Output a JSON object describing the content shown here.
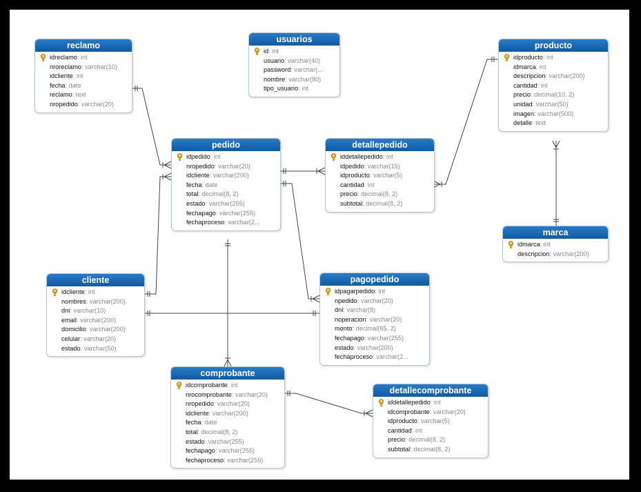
{
  "diagram": {
    "tables": [
      {
        "id": "reclamo",
        "name": "reclamo",
        "fields": [
          {
            "name": "idreclamo",
            "type": ": int",
            "pk": true
          },
          {
            "name": "nroreclamo",
            "type": ": varchar(10)",
            "pk": false
          },
          {
            "name": "idcliente",
            "type": ": int",
            "pk": false
          },
          {
            "name": "fecha",
            "type": ": date",
            "pk": false
          },
          {
            "name": "reclamo",
            "type": ": text",
            "pk": false
          },
          {
            "name": "nropedido",
            "type": ": varchar(20)",
            "pk": false
          }
        ]
      },
      {
        "id": "usuarios",
        "name": "usuarios",
        "fields": [
          {
            "name": "id",
            "type": ": int",
            "pk": true
          },
          {
            "name": "usuario",
            "type": ": varchar(40)",
            "pk": false
          },
          {
            "name": "password",
            "type": ": varchar(...",
            "pk": false
          },
          {
            "name": "nombre",
            "type": ": varchar(80)",
            "pk": false
          },
          {
            "name": "tipo_usuario",
            "type": ": int",
            "pk": false
          }
        ]
      },
      {
        "id": "producto",
        "name": "producto",
        "fields": [
          {
            "name": "idproducto",
            "type": ": int",
            "pk": true
          },
          {
            "name": "idmarca",
            "type": ": int",
            "pk": false
          },
          {
            "name": "descripcion",
            "type": ": varchar(200)",
            "pk": false
          },
          {
            "name": "cantidad",
            "type": ": int",
            "pk": false
          },
          {
            "name": "precio",
            "type": ": decimal(10, 2)",
            "pk": false
          },
          {
            "name": "unidad",
            "type": ": varchar(50)",
            "pk": false
          },
          {
            "name": "imagen",
            "type": ": varchar(500)",
            "pk": false
          },
          {
            "name": "detalle",
            "type": ": text",
            "pk": false
          }
        ]
      },
      {
        "id": "pedido",
        "name": "pedido",
        "fields": [
          {
            "name": "idpedido",
            "type": ": int",
            "pk": true
          },
          {
            "name": "nropedido",
            "type": ": varchar(20)",
            "pk": false
          },
          {
            "name": "idcliente",
            "type": ": varchar(200)",
            "pk": false
          },
          {
            "name": "fecha",
            "type": ": date",
            "pk": false
          },
          {
            "name": "total",
            "type": ": decimal(8, 2)",
            "pk": false
          },
          {
            "name": "estado",
            "type": ": varchar(255)",
            "pk": false
          },
          {
            "name": "fechapago",
            "type": ": varchar(255)",
            "pk": false
          },
          {
            "name": "fechaproceso",
            "type": ": varchar(2...",
            "pk": false
          }
        ]
      },
      {
        "id": "detallepedido",
        "name": "detallepedido",
        "fields": [
          {
            "name": "iddetallepedido",
            "type": ": int",
            "pk": true
          },
          {
            "name": "idpedido",
            "type": ": varchar(15)",
            "pk": false
          },
          {
            "name": "idproducto",
            "type": ": varchar(5)",
            "pk": false
          },
          {
            "name": "cantidad",
            "type": ": int",
            "pk": false
          },
          {
            "name": "precio",
            "type": ": decimal(8, 2)",
            "pk": false
          },
          {
            "name": "subtotal",
            "type": ": decimal(8, 2)",
            "pk": false
          }
        ]
      },
      {
        "id": "marca",
        "name": "marca",
        "fields": [
          {
            "name": "idmarca",
            "type": ": int",
            "pk": true
          },
          {
            "name": "descripcion",
            "type": ": varchar(200)",
            "pk": false
          }
        ]
      },
      {
        "id": "cliente",
        "name": "cliente",
        "fields": [
          {
            "name": "idcliente",
            "type": ": int",
            "pk": true
          },
          {
            "name": "nombres",
            "type": ": varchar(200)",
            "pk": false
          },
          {
            "name": "dni",
            "type": ": varchar(10)",
            "pk": false
          },
          {
            "name": "email",
            "type": ": varchar(200)",
            "pk": false
          },
          {
            "name": "domicilio",
            "type": ": varchar(200)",
            "pk": false
          },
          {
            "name": "celular",
            "type": ": varchar(20)",
            "pk": false
          },
          {
            "name": "estado",
            "type": ": varchar(50)",
            "pk": false
          }
        ]
      },
      {
        "id": "pagopedido",
        "name": "pagopedido",
        "fields": [
          {
            "name": "idpagarpedido",
            "type": ": int",
            "pk": true
          },
          {
            "name": "npedido",
            "type": ": varchar(20)",
            "pk": false
          },
          {
            "name": "dni",
            "type": ": varchar(8)",
            "pk": false
          },
          {
            "name": "noperacion",
            "type": ": varchar(20)",
            "pk": false
          },
          {
            "name": "monto",
            "type": ": decimal(65, 2)",
            "pk": false
          },
          {
            "name": "fechapago",
            "type": ": varchar(255)",
            "pk": false
          },
          {
            "name": "estado",
            "type": ": varchar(200)",
            "pk": false
          },
          {
            "name": "fechaproceso",
            "type": ": varchar(2...",
            "pk": false
          }
        ]
      },
      {
        "id": "comprobante",
        "name": "comprobante",
        "fields": [
          {
            "name": "idcomprobante",
            "type": ": int",
            "pk": true
          },
          {
            "name": "nrocomprobante",
            "type": ": varchar(20)",
            "pk": false
          },
          {
            "name": "nropedido",
            "type": ": varchar(20)",
            "pk": false
          },
          {
            "name": "idcliente",
            "type": ": varchar(200)",
            "pk": false
          },
          {
            "name": "fecha",
            "type": ": date",
            "pk": false
          },
          {
            "name": "total",
            "type": ": decimal(8, 2)",
            "pk": false
          },
          {
            "name": "estado",
            "type": ": varchar(255)",
            "pk": false
          },
          {
            "name": "fechapago",
            "type": ": varchar(255)",
            "pk": false
          },
          {
            "name": "fechaproceso",
            "type": ": varchar(255)",
            "pk": false
          }
        ]
      },
      {
        "id": "detallecomprobante",
        "name": "detallecomprobante",
        "fields": [
          {
            "name": "iddetallepedido",
            "type": ": int",
            "pk": true
          },
          {
            "name": "idcomprobante",
            "type": ": varchar(20)",
            "pk": false
          },
          {
            "name": "idproducto",
            "type": ": varchar(5)",
            "pk": false
          },
          {
            "name": "cantidad",
            "type": ": int",
            "pk": false
          },
          {
            "name": "precio",
            "type": ": decimal(8, 2)",
            "pk": false
          },
          {
            "name": "subtotal",
            "type": ": decimal(8, 2)",
            "pk": false
          }
        ]
      }
    ],
    "relationships": [
      {
        "from": "reclamo",
        "to": "pedido",
        "cardinality": "one-to-many"
      },
      {
        "from": "pedido",
        "to": "detallepedido",
        "cardinality": "one-to-many"
      },
      {
        "from": "detallepedido",
        "to": "producto",
        "cardinality": "many-to-one"
      },
      {
        "from": "producto",
        "to": "marca",
        "cardinality": "many-to-one"
      },
      {
        "from": "cliente",
        "to": "pedido",
        "cardinality": "one-to-many"
      },
      {
        "from": "pedido",
        "to": "pagopedido",
        "cardinality": "one-to-many"
      },
      {
        "from": "cliente",
        "to": "pagopedido",
        "cardinality": "one-to-one"
      },
      {
        "from": "pedido",
        "to": "comprobante",
        "cardinality": "one-to-many"
      },
      {
        "from": "comprobante",
        "to": "detallecomprobante",
        "cardinality": "one-to-many"
      }
    ]
  }
}
